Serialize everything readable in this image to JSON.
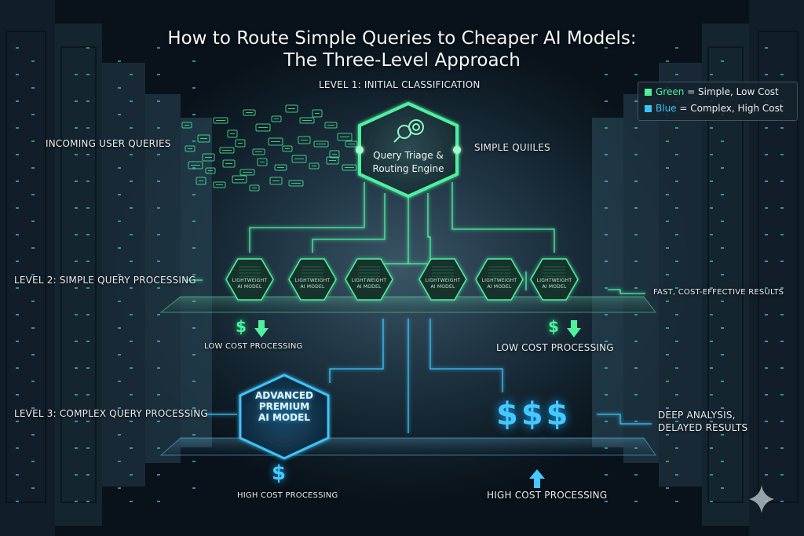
{
  "title": {
    "line1": "How to Route Simple Queries to Cheaper AI Models:",
    "line2": "The Three-Level Approach"
  },
  "legend": {
    "green_word": "Green",
    "green_rest": " = Simple, Low Cost",
    "blue_word": "Blue",
    "blue_rest": " = Complex, High Cost",
    "green_color": "#4ff0a0",
    "blue_color": "#38c4f8"
  },
  "labels": {
    "level1": "LEVEL 1: INITIAL CLASSIFICATION",
    "incoming": "INCOMING USER QUERIES",
    "simple_queries": "SIMPLE QUIILES",
    "level2": "LEVEL 2: SIMPLE QUERY PROCESSING",
    "fast_results": "FAST, COST-EFFECTIVE RESULTS",
    "low_cost_left": "LOW COST PROCESSING",
    "low_cost_right": "LOW COST PROCESSING",
    "level3": "LEVEL 3: COMPLEX QUERY PROCESSING",
    "deep_line1": "DEEP ANALYSIS,",
    "deep_line2": "DELAYED RESULTS",
    "high_cost_left": "HIGH COST PROCESSING",
    "high_cost_right": "HIGH COST PROCESSING"
  },
  "hub": {
    "line1": "Query Triage &",
    "line2": "Routing Engine",
    "icon": "magnifier-gear-icon"
  },
  "small_models": [
    {
      "line1": "LIGHTWEIGHT",
      "line2": "AI MODEL"
    },
    {
      "line1": "LIGHTWEIGHT",
      "line2": "AI MODEL"
    },
    {
      "line1": "LIGHTWEIGHT",
      "line2": "AI MODEL"
    },
    {
      "line1": "LIGHTWEIGHT",
      "line2": "AI MODEL"
    },
    {
      "line1": "LIGHTWEIGHT",
      "line2": "AI MODEL"
    },
    {
      "line1": "LIGHTWEIGHT",
      "line2": "AI MODEL"
    }
  ],
  "advanced_model": {
    "line1": "ADVANCED",
    "line2": "PREMIUM",
    "line3": "AI MODEL"
  },
  "symbols": {
    "dollar": "$",
    "triple_dollar": "$$$"
  },
  "colors": {
    "accent_green": "#4ff0a0",
    "accent_blue": "#38c4f8"
  }
}
